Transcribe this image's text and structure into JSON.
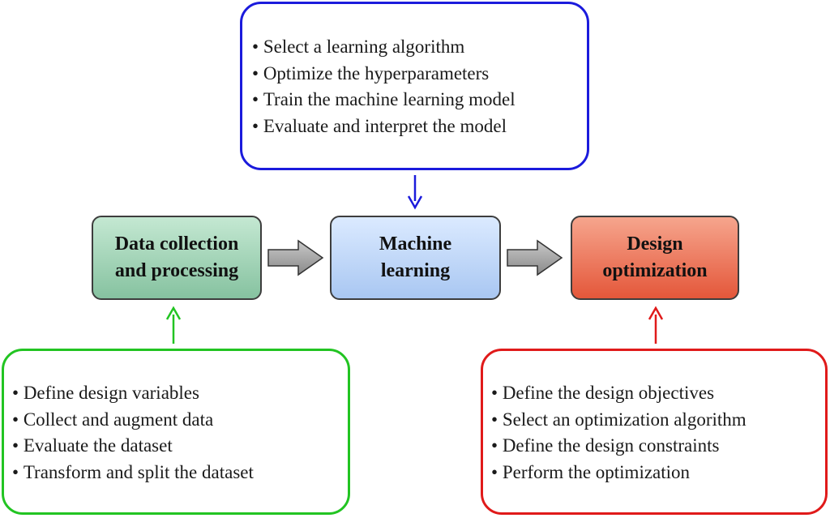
{
  "ml_steps": {
    "items": [
      "Select a learning algorithm",
      "Optimize the hyperparameters",
      "Train the machine learning model",
      "Evaluate and interpret the model"
    ]
  },
  "data_steps": {
    "items": [
      "Define design variables",
      "Collect and augment data",
      "Evaluate the dataset",
      "Transform and split the dataset"
    ]
  },
  "opt_steps": {
    "items": [
      "Define the design objectives",
      "Select an optimization algorithm",
      "Define the design constraints",
      "Perform the optimization"
    ]
  },
  "stages": {
    "data": {
      "line1": "Data collection",
      "line2": "and processing"
    },
    "ml": {
      "line1": "Machine",
      "line2": "learning"
    },
    "opt": {
      "line1": "Design",
      "line2": "optimization"
    }
  },
  "colors": {
    "ml_border": "#1b1bdc",
    "data_border": "#22c422",
    "opt_border": "#e01a1a",
    "stage_data_fill": "#a6d6b9",
    "stage_ml_fill": "#c3d9f8",
    "stage_opt_fill": "#ec7a5c",
    "flow_arrow_fill": "#9a9a9a"
  }
}
